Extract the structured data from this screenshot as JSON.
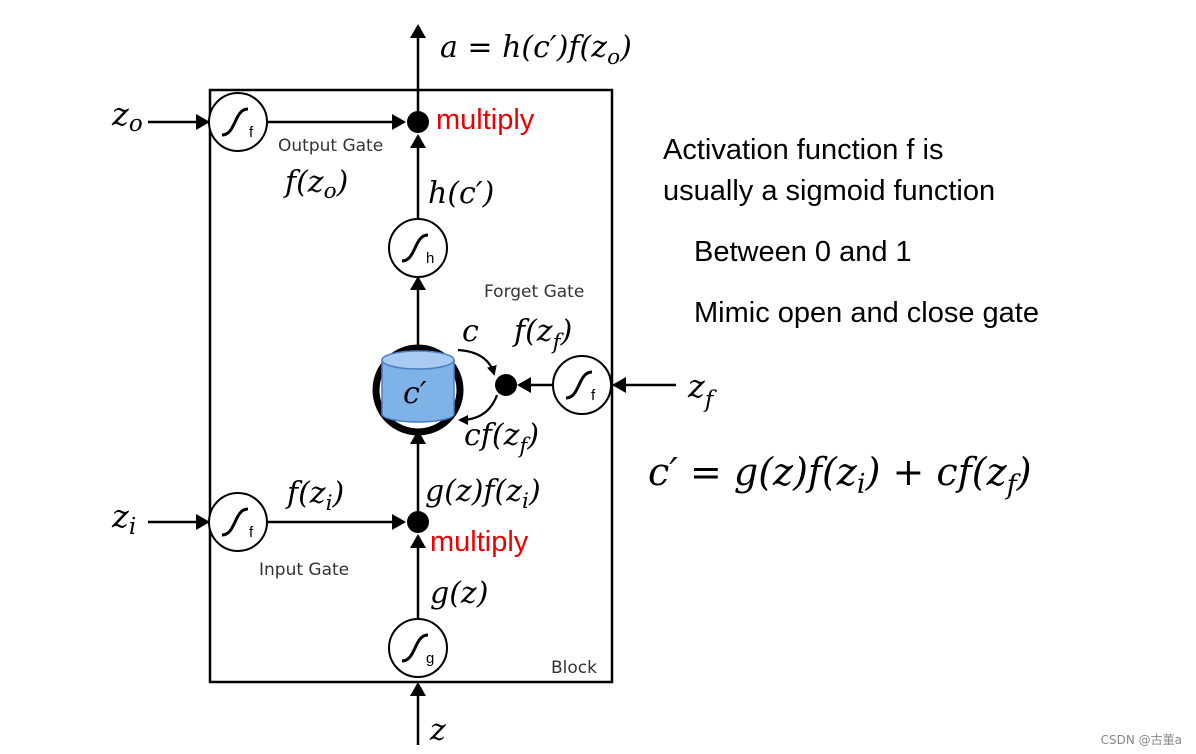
{
  "diagram": {
    "output_expr": "a = h(c′)f(z",
    "output_expr_sub": "o",
    "output_expr_tail": ")",
    "z_o": "z",
    "z_o_sub": "o",
    "z_i": "z",
    "z_i_sub": "i",
    "z_f": "z",
    "z_f_sub": "f",
    "z": "z",
    "multiply_top": "multiply",
    "multiply_bottom": "multiply",
    "output_gate": "Output Gate",
    "input_gate": "Input Gate",
    "forget_gate": "Forget Gate",
    "block": "Block",
    "f_zo": "f(z",
    "f_zo_sub": "o",
    "close_paren": ")",
    "h_c": "h(c′)",
    "c_label": "c",
    "f_zf": "f(z",
    "f_zf_sub": "f",
    "cell": "c′",
    "cf_zf": "cf(z",
    "cf_zf_sub": "f",
    "f_zi": "f(z",
    "f_zi_sub": "i",
    "gz_fzi": "g(z)f(z",
    "gz_fzi_sub": "i",
    "gz": "g(z)",
    "sigmoid_f": "f",
    "sigmoid_h": "h",
    "sigmoid_g": "g"
  },
  "notes": {
    "line1": "Activation function f is",
    "line2": "usually a sigmoid function",
    "line3": "Between 0 and 1",
    "line4": "Mimic open and close gate"
  },
  "formula": {
    "lhs": "c′ = g(z)f(z",
    "sub1": "i",
    "mid": ") + cf(z",
    "sub2": "f",
    "end": ")"
  },
  "watermark": "CSDN @古董a"
}
